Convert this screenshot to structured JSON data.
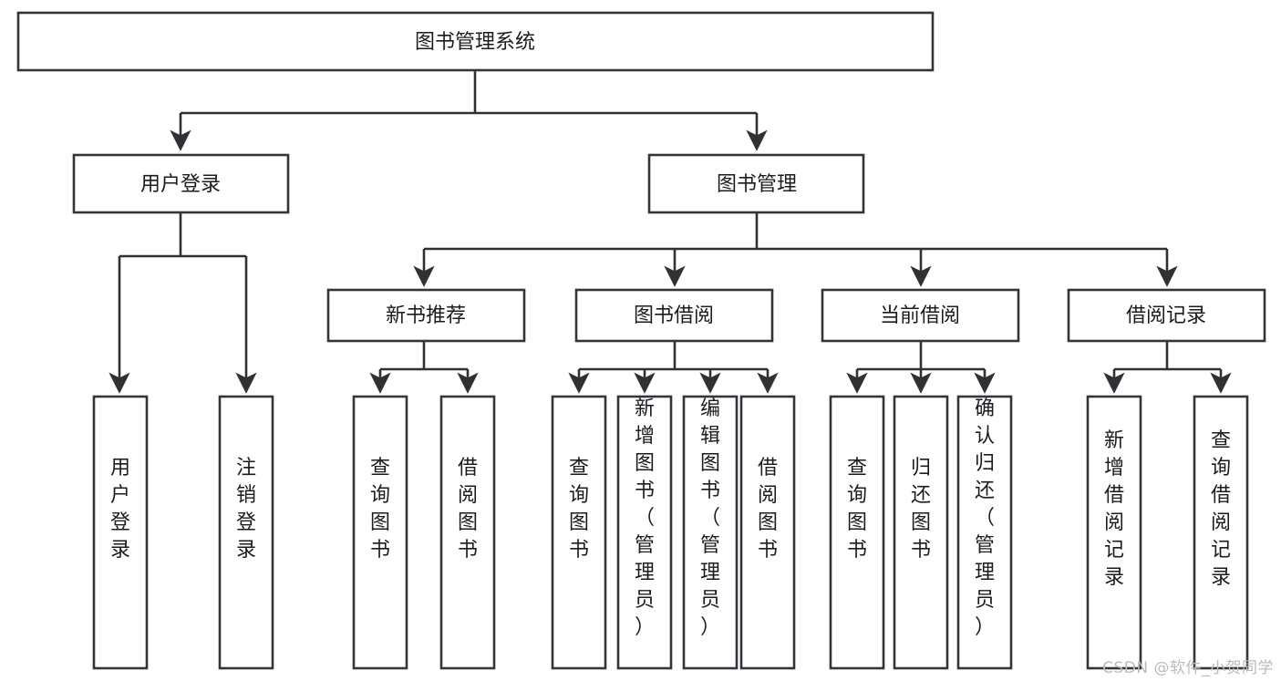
{
  "diagram": {
    "title": "图书管理系统",
    "type": "hierarchy-tree",
    "root": {
      "label": "图书管理系统"
    },
    "level2": [
      {
        "label": "用户登录"
      },
      {
        "label": "图书管理"
      }
    ],
    "level3": [
      {
        "label": "新书推荐"
      },
      {
        "label": "图书借阅"
      },
      {
        "label": "当前借阅"
      },
      {
        "label": "借阅记录"
      }
    ],
    "leaves": {
      "user_login": [
        {
          "label": "用户登录"
        },
        {
          "label": "注销登录"
        }
      ],
      "new_book_recommend": [
        {
          "label": "查询图书"
        },
        {
          "label": "借阅图书"
        }
      ],
      "book_borrow": [
        {
          "label": "查询图书"
        },
        {
          "label": "新增图书（管理员）"
        },
        {
          "label": "编辑图书（管理员）"
        },
        {
          "label": "借阅图书"
        }
      ],
      "current_borrow": [
        {
          "label": "查询图书"
        },
        {
          "label": "归还图书"
        },
        {
          "label": "确认归还（管理员）"
        }
      ],
      "borrow_record": [
        {
          "label": "新增借阅记录"
        },
        {
          "label": "查询借阅记录"
        }
      ]
    }
  },
  "watermark": {
    "text": "CSDN @软件_小贺同学"
  },
  "colors": {
    "box_stroke": "#33353a",
    "line": "#2f3134",
    "text": "#1b1c1f",
    "background": "#ffffff",
    "watermark": "#b9bbbe"
  }
}
